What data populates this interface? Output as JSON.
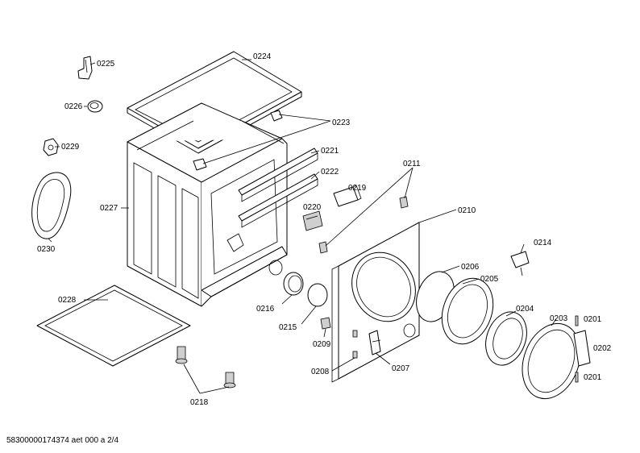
{
  "labels": {
    "p0225": "0225",
    "p0224": "0224",
    "p0226": "0226",
    "p0223": "0223",
    "p0229": "0229",
    "p0221": "0221",
    "p0222": "0222",
    "p0211": "0211",
    "p0227": "0227",
    "p0219": "0219",
    "p0220": "0220",
    "p0210": "0210",
    "p0230": "0230",
    "p0214": "0214",
    "p0206": "0206",
    "p0205": "0205",
    "p0228": "0228",
    "p0216": "0216",
    "p0204": "0204",
    "p0203": "0203",
    "p0201a": "0201",
    "p0215": "0215",
    "p0202": "0202",
    "p0209": "0209",
    "p0208": "0208",
    "p0207": "0207",
    "p0201b": "0201",
    "p0218": "0218"
  },
  "footer": {
    "doc_ref": "58300000174374 aet 000 a 2/4"
  }
}
